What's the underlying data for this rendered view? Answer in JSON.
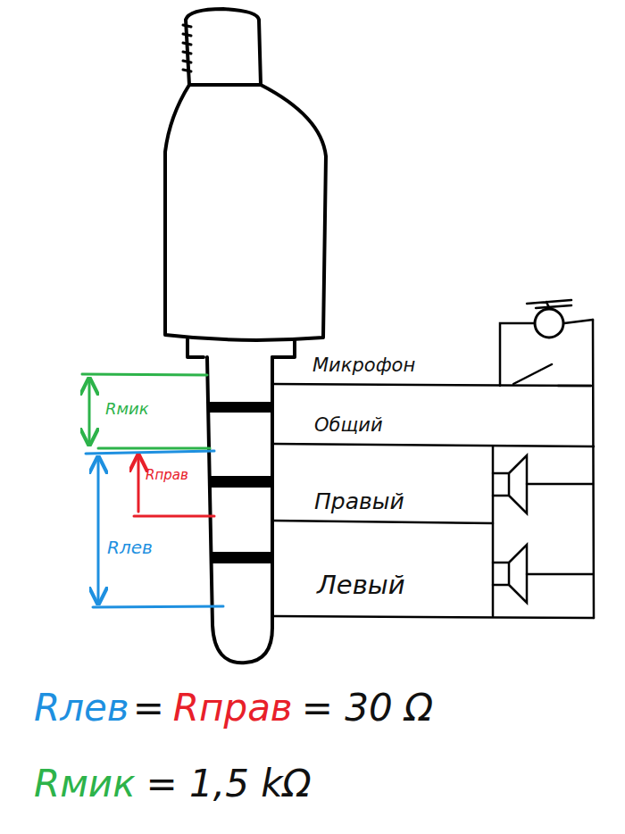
{
  "diagram": {
    "labels": [
      "Микрофон",
      "Общий",
      "Правый",
      "Левый",
      "Rмик",
      "Rправ",
      "Rлев",
      "Rлев",
      "=",
      "Rправ",
      "= 30 Ω",
      "Rмик",
      "= 1,5 kΩ"
    ]
  }
}
